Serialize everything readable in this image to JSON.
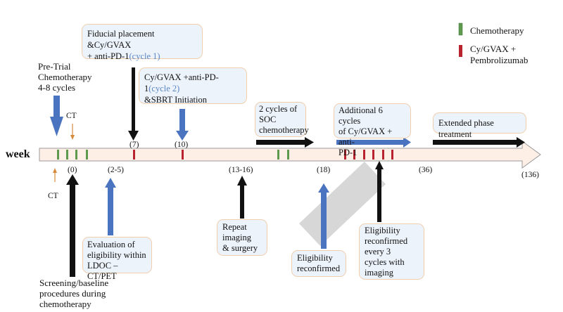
{
  "timeline_label": "week",
  "ct_label": "CT",
  "pretrial": [
    "Pre-Trial",
    "Chemotherapy",
    "4-8 cycles"
  ],
  "legend": {
    "chemo": "Chemotherapy",
    "cygvax": [
      "Cy/GVAX +",
      "Pembrolizumab"
    ],
    "colors": {
      "chemo": "#5e9a4e",
      "cygvax": "#b7242f"
    }
  },
  "weeks": [
    "(0)",
    "(2-5)",
    "(7)",
    "(10)",
    "(13-16)",
    "(18)",
    "(36)",
    "(136)"
  ],
  "boxes": {
    "fiducial": {
      "line1": "Fiducial placement &Cy/GVAX",
      "line2_a": "+ anti-PD-1",
      "line2_b": "(cycle 1)"
    },
    "cycle2": {
      "line1_a": "Cy/GVAX +anti-PD-1",
      "line1_b": "(cycle 2)",
      "line2": "&SBRT Initiation"
    },
    "soc": [
      "2 cycles of",
      "SOC",
      "chemotherapy"
    ],
    "additional": [
      "Additional 6 cycles",
      "of Cy/GVAX + anti-",
      "PD-1"
    ],
    "extended": "Extended phase treatment",
    "repeat": [
      "Repeat",
      "imaging",
      "& surgery"
    ],
    "eval": [
      "Evaluation of",
      "eligibility within",
      "LDOC – CT/PET"
    ],
    "elig18": [
      "Eligibility",
      "reconfirmed"
    ],
    "elig36": [
      "Eligibility",
      "reconfirmed",
      "every 3",
      "cycles with",
      "imaging"
    ]
  },
  "screening": [
    "Screening/baseline",
    "procedures during",
    "chemotherapy"
  ],
  "colors": {
    "arrow_blue": "#4a73c0",
    "arrow_black": "#111111",
    "timeline_fill": "#fdeee6",
    "box_fill": "#edf3fb",
    "box_border": "#f0cfae"
  }
}
